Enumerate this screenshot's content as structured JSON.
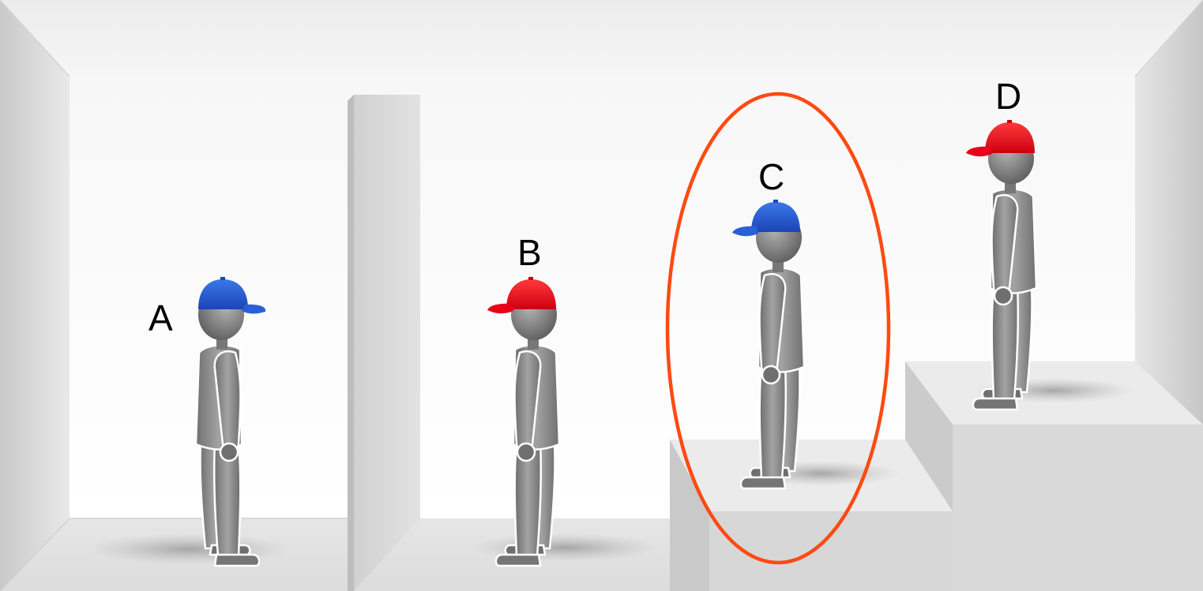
{
  "persons": [
    {
      "label": "A",
      "hat": "blue",
      "facing": "right",
      "highlighted": false
    },
    {
      "label": "B",
      "hat": "red",
      "facing": "left",
      "highlighted": false
    },
    {
      "label": "C",
      "hat": "blue",
      "facing": "left",
      "highlighted": true
    },
    {
      "label": "D",
      "hat": "red",
      "facing": "left",
      "highlighted": false
    }
  ],
  "colors": {
    "blue_hat": "#1f4fc4",
    "red_hat": "#e3001b",
    "highlight_ring": "#ff4a12",
    "figure_body": "#8a8a8a",
    "wall": "#f4f4f4"
  },
  "icons": {
    "person": "person-figure-icon",
    "hat": "baseball-cap-icon"
  }
}
